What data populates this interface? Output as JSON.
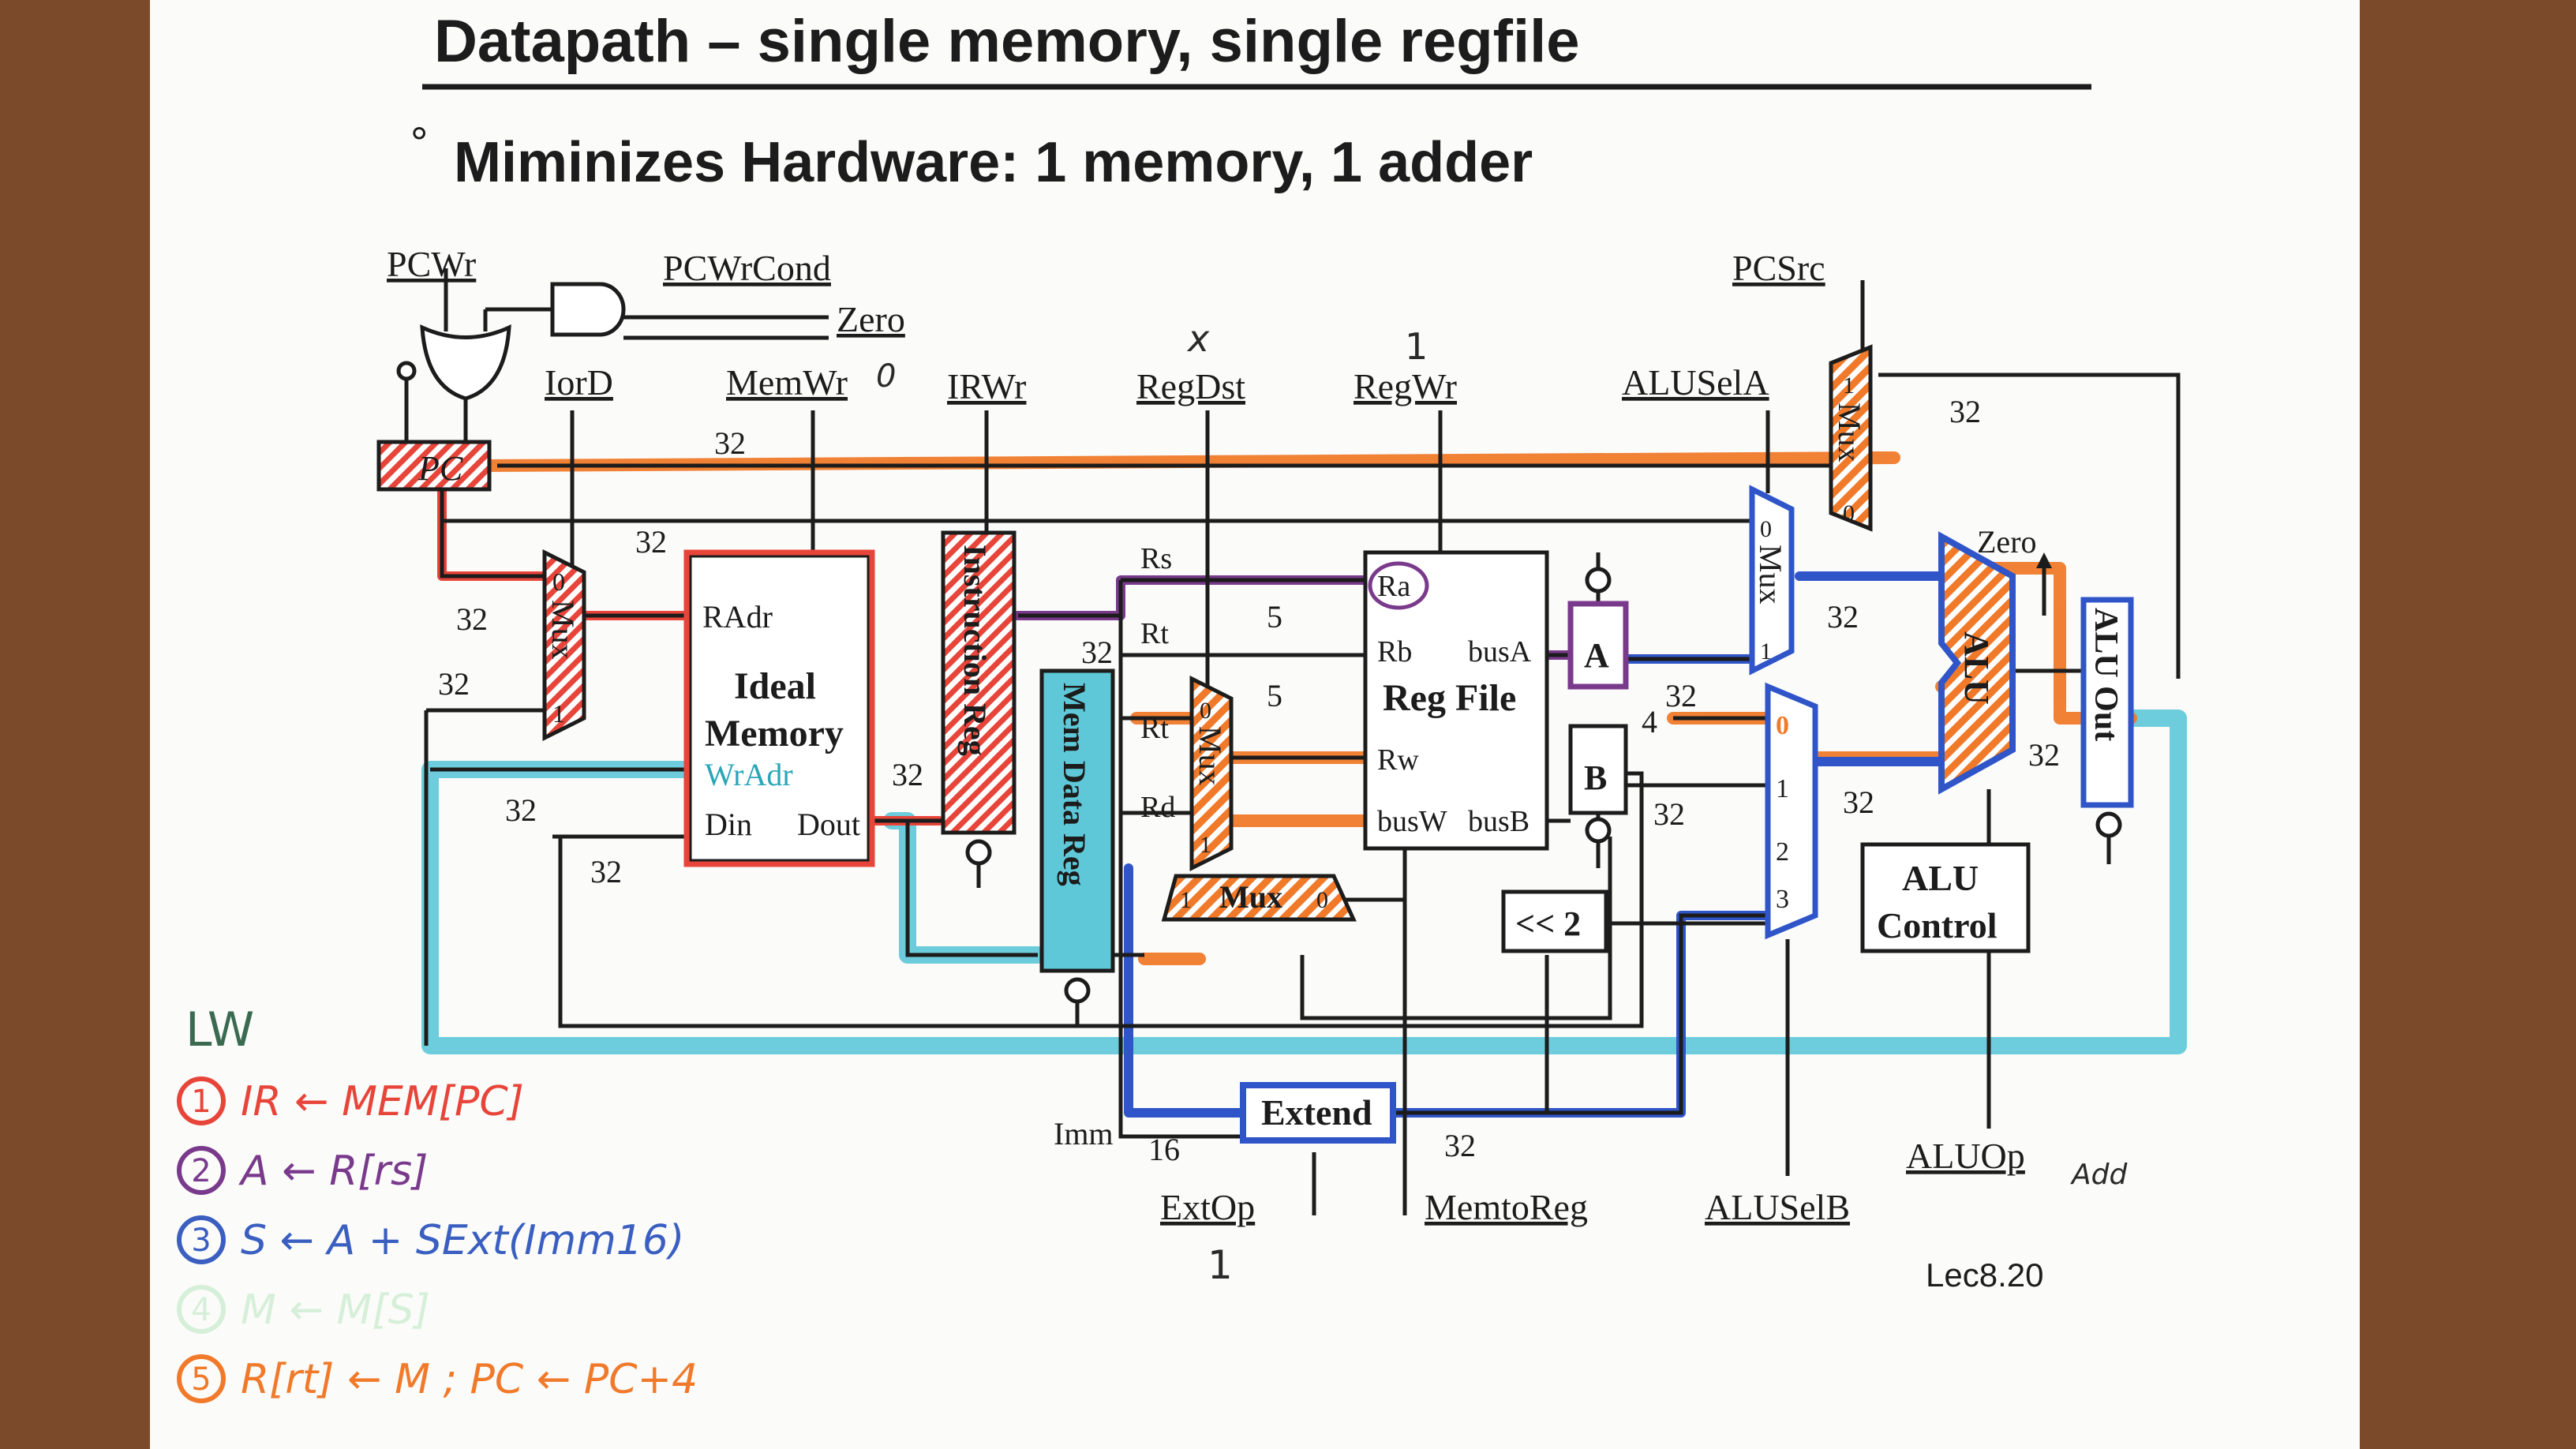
{
  "slide": {
    "title": "Datapath – single memory, single regfile",
    "bullet": "°",
    "subtitle": "Miminizes Hardware: 1 memory, 1 adder",
    "footer": "Lec8.20"
  },
  "signals": {
    "pcwr": "PCWr",
    "pcwrcond": "PCWrCond",
    "zero": "Zero",
    "iord": "IorD",
    "memwr": "MemWr",
    "irwr": "IRWr",
    "regdst": "RegDst",
    "regwr": "RegWr",
    "aluselA": "ALUSelA",
    "pcsrc": "PCSrc",
    "extop": "ExtOp",
    "memtoreg": "MemtoReg",
    "aluselB": "ALUSelB",
    "aluop": "ALUOp"
  },
  "blocks": {
    "pc": "PC",
    "mux": "Mux",
    "ideal_memory_l1": "Ideal",
    "ideal_memory_l2": "Memory",
    "radr": "RAdr",
    "wradr": "WrAdr",
    "din": "Din",
    "dout": "Dout",
    "instruction_reg": "Instruction Reg",
    "mem_data_reg": "Mem Data Reg",
    "reg_file": "Reg File",
    "ra": "Ra",
    "rb": "Rb",
    "rw": "Rw",
    "busw": "busW",
    "busa": "busA",
    "busb": "busB",
    "a": "A",
    "b": "B",
    "shift": "<< 2",
    "alu": "ALU",
    "alu_out": "ALU Out",
    "alu_control_l1": "ALU",
    "alu_control_l2": "Control",
    "extend": "Extend",
    "rs": "Rs",
    "rt": "Rt",
    "rd": "Rd",
    "imm": "Imm",
    "zero_out": "Zero",
    "four": "4",
    "mux_in0": "0",
    "mux_in1": "1",
    "mux_in2": "2",
    "mux_in3": "3"
  },
  "widths": {
    "w32": "32",
    "w5": "5",
    "w16": "16"
  },
  "handwritten": {
    "regdst_value": "x",
    "regwr_value": "1",
    "memwr_value": "0",
    "extop_value": "1",
    "aluop_value": "Add"
  },
  "steps": {
    "heading": "LW",
    "items": [
      {
        "num": "1",
        "text": "IR ← MEM[PC]",
        "color": "#e8453a"
      },
      {
        "num": "2",
        "text": "A ← R[rs]",
        "color": "#7a3a8c"
      },
      {
        "num": "3",
        "text": "S ← A + SExt(Imm16)",
        "color": "#3a5fc0"
      },
      {
        "num": "4",
        "text": "M ← M[S]",
        "color": "#d6efd8"
      },
      {
        "num": "5",
        "text": "R[rt] ← M ; PC ← PC+4",
        "color": "#f07a2a"
      }
    ]
  },
  "colors": {
    "red": "#e8453a",
    "orange": "#f07a2a",
    "purple": "#7a3a8c",
    "blue": "#2f55c8",
    "cyan": "#5ec8d8",
    "green": "#d6efd8"
  }
}
